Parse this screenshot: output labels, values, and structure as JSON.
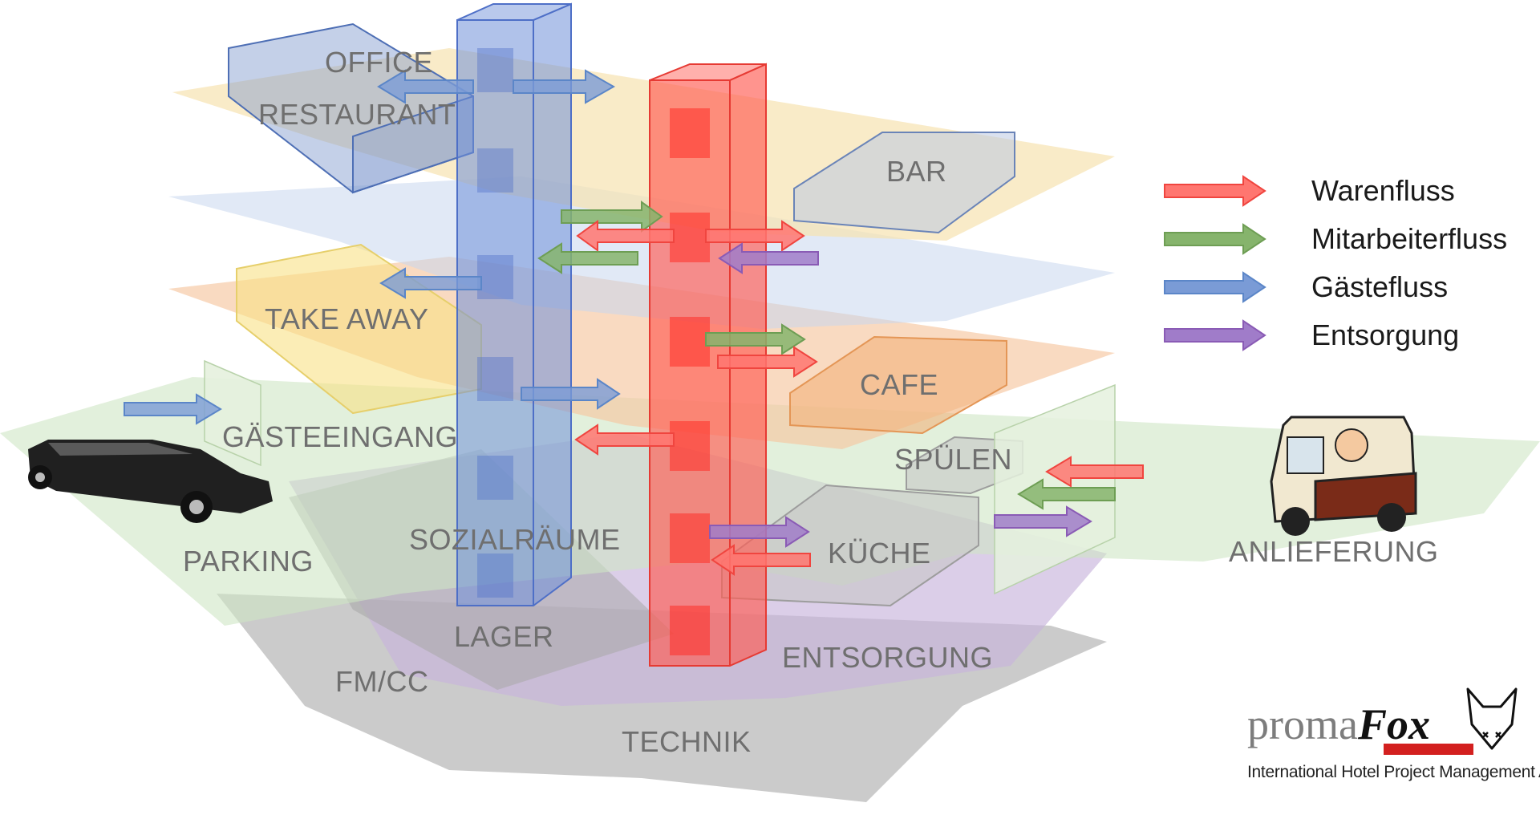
{
  "diagram": {
    "zones": {
      "office": "OFFICE",
      "restaurant": "RESTAURANT",
      "bar": "BAR",
      "take_away": "TAKE AWAY",
      "cafe": "CAFE",
      "gaesteeingang": "GÄSTEEINGANG",
      "spuelen": "SPÜLEN",
      "sozialraeume": "SOZIALRÄUME",
      "kueche": "KÜCHE",
      "parking": "PARKING",
      "anlieferung": "ANLIEFERUNG",
      "lager": "LAGER",
      "entsorgung": "ENTSORGUNG",
      "fmcc": "FM/CC",
      "technik": "TECHNIK"
    },
    "colors": {
      "warenfluss": "#f0453f",
      "mitarbeiterfluss": "#6e9e54",
      "gaestefluss": "#5b86c8",
      "entsorgung": "#8a5bb5"
    }
  },
  "legend": {
    "items": [
      {
        "label": "Warenfluss",
        "color": "#f0453f"
      },
      {
        "label": "Mitarbeiterfluss",
        "color": "#6e9e54"
      },
      {
        "label": "Gästefluss",
        "color": "#5b86c8"
      },
      {
        "label": "Entsorgung",
        "color": "#8a5bb5"
      }
    ]
  },
  "logo": {
    "word_a": "proma",
    "word_b": "Fox",
    "tagline": "International Hotel Project Management AG"
  }
}
